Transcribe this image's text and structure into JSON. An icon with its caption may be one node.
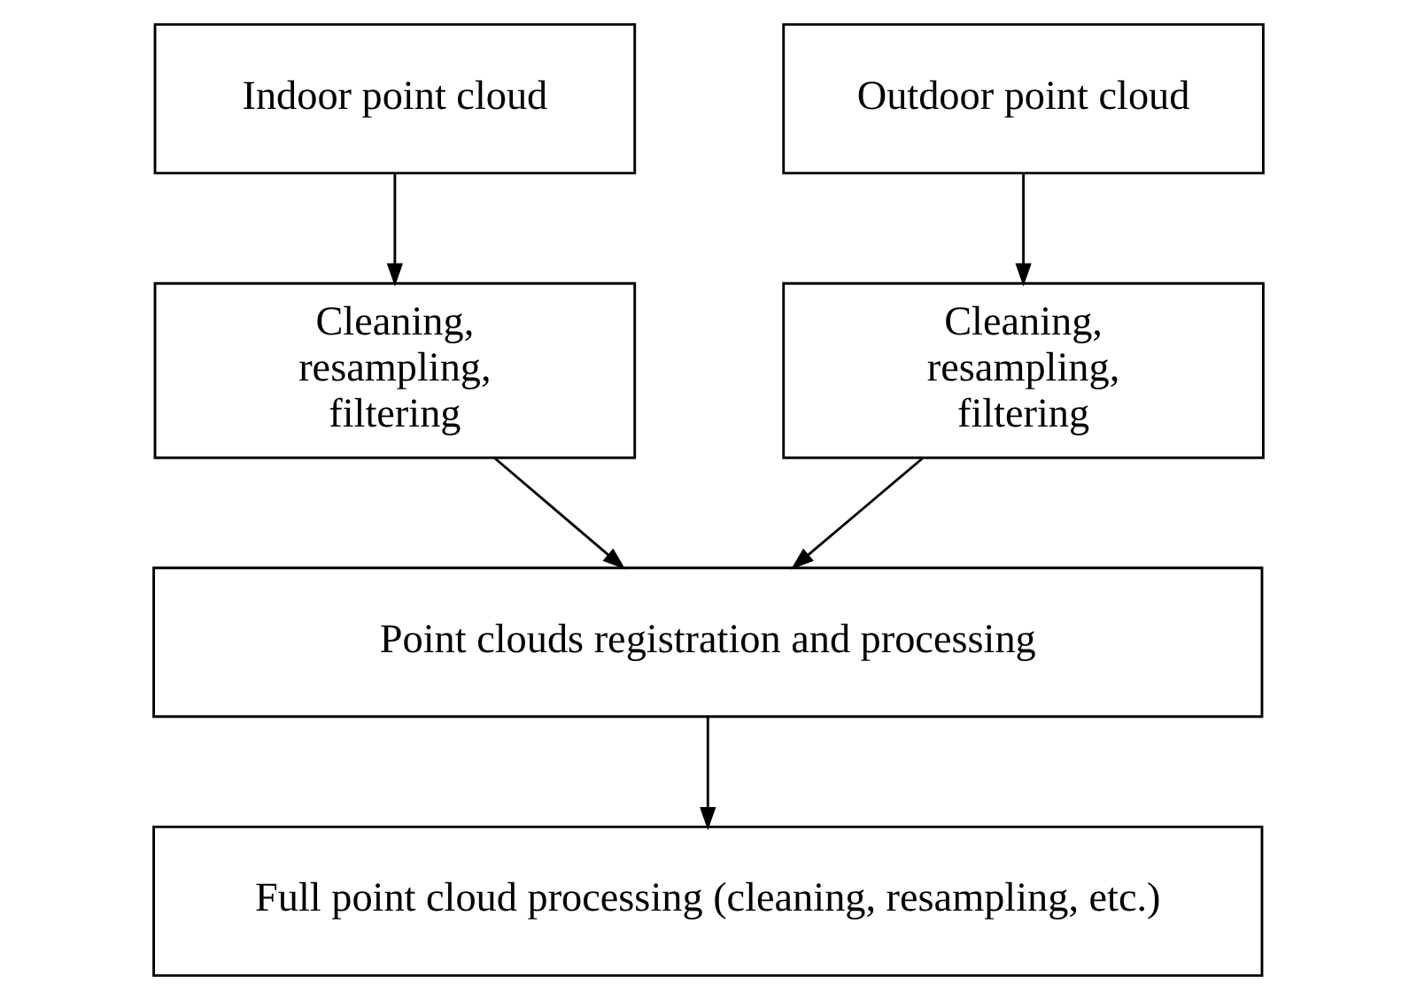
{
  "diagram": {
    "nodes": [
      {
        "text": [
          "Indoor point cloud"
        ]
      },
      {
        "text": [
          "Outdoor point cloud"
        ]
      },
      {
        "text": [
          "Cleaning, resampling, filtering"
        ]
      },
      {
        "text": [
          "Cleaning, resampling, filtering"
        ]
      },
      {
        "text": [
          "Point clouds registration and processing"
        ]
      },
      {
        "text": [
          "Full point cloud processing (cleaning, resampling, etc.)"
        ]
      }
    ],
    "edges": [
      {
        "from": 0,
        "to": 2,
        "arrow": "to"
      },
      {
        "from": 1,
        "to": 3,
        "arrow": "to"
      },
      {
        "from": 2,
        "to": 4,
        "arrow": "to"
      },
      {
        "from": 3,
        "to": 4,
        "arrow": "to"
      },
      {
        "from": 4,
        "to": 5,
        "arrow": "to"
      }
    ]
  }
}
